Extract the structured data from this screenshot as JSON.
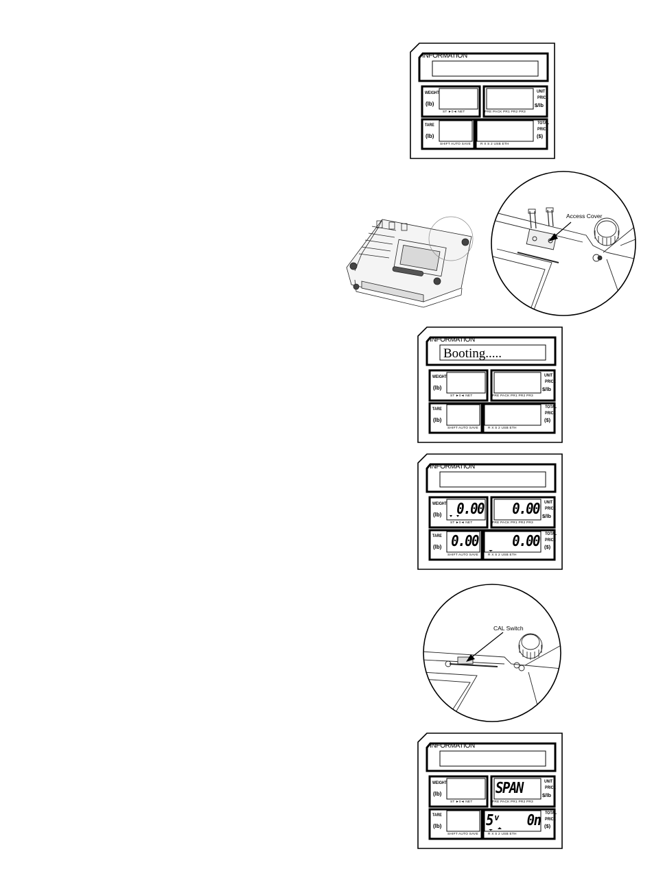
{
  "panel_labels": {
    "information": "INFORMATION",
    "weight": "WEIGHT",
    "tare": "TARE",
    "unit_unit": "UNIT",
    "unit_price": "PRICE",
    "unit_per": "$/lb",
    "total_total": "TOTAL",
    "total_price": "PRICE",
    "total_unit": "($)",
    "lb": "(lb)",
    "weight_indicators": "ST  ►0◄  NET",
    "price_indicators": "PRE PACK          PR1   PR2   PR3",
    "tare_indicators": "SHIFT        AUTO SAVE",
    "total_indicators": "R    X    S    2        USB ETH"
  },
  "panels": [
    {
      "info": "",
      "weight": "",
      "unit_price": "",
      "tare": "",
      "total_price": ""
    },
    {
      "info": "Booting.....",
      "weight": "",
      "unit_price": "",
      "tare": "",
      "total_price": ""
    },
    {
      "info": "",
      "weight": "0.00",
      "unit_price": "0.00",
      "tare": "0.00",
      "total_price": "0.00"
    },
    {
      "info": "",
      "weight": "",
      "unit_price": "SPAN",
      "tare": "",
      "total_price": "5ᵛ    0n"
    }
  ],
  "figures": {
    "access_cover_callout": "Access Cover",
    "cal_switch_callout": "CAL Switch"
  }
}
